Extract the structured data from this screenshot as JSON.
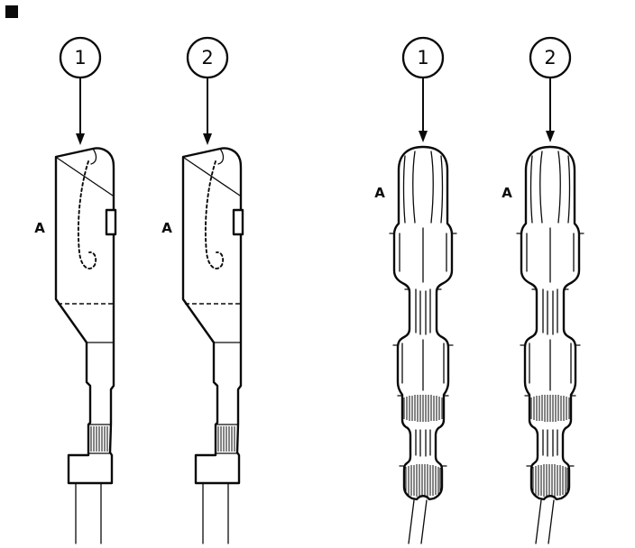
{
  "figure": {
    "background_color": "#ffffff",
    "line_color": "#0a0a0a",
    "corner_marker": "filled-square",
    "groups": [
      {
        "id": "flat-terminals",
        "items": [
          {
            "callout": "1",
            "part_label": "A"
          },
          {
            "callout": "2",
            "part_label": "A"
          }
        ]
      },
      {
        "id": "round-terminals",
        "items": [
          {
            "callout": "1",
            "part_label": "A"
          },
          {
            "callout": "2",
            "part_label": "A"
          }
        ]
      }
    ]
  }
}
